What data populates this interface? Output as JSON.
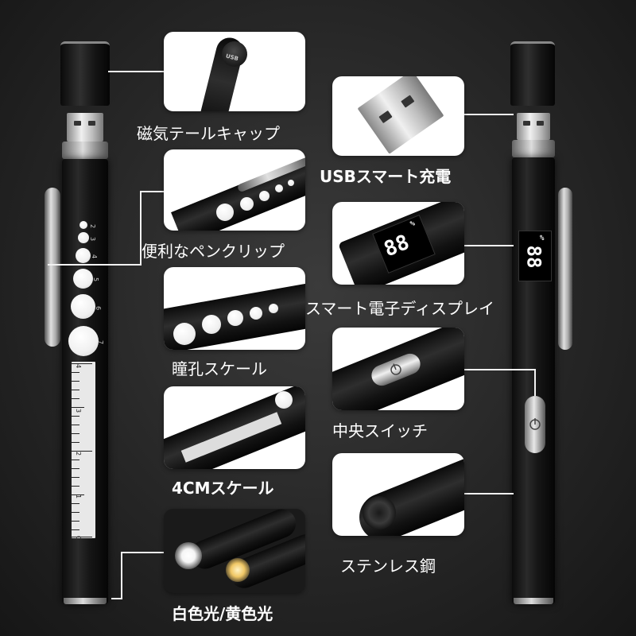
{
  "features": {
    "tail_cap": "磁気テールキャップ",
    "usb_charging": "USBスマート充電",
    "pen_clip": "便利なペンクリップ",
    "display": "スマート電子ディスプレイ",
    "pupil_scale": "瞳孔スケール",
    "center_switch": "中央スイッチ",
    "cm_scale": "4CMスケール",
    "stainless": "ステンレス鋼",
    "light_color": "白色光/黄色光"
  },
  "cap_text": "USB",
  "display_value": "88",
  "display_unit": "%",
  "pupil_numbers": [
    "2",
    "3",
    "4",
    "5",
    "6",
    "7"
  ],
  "ruler_numbers": [
    "4",
    "3",
    "2",
    "1",
    "0"
  ],
  "colors": {
    "background": "#2a2a2a",
    "card": "#ffffff",
    "pen_body": "#151515",
    "label_text": "#ffffff"
  }
}
